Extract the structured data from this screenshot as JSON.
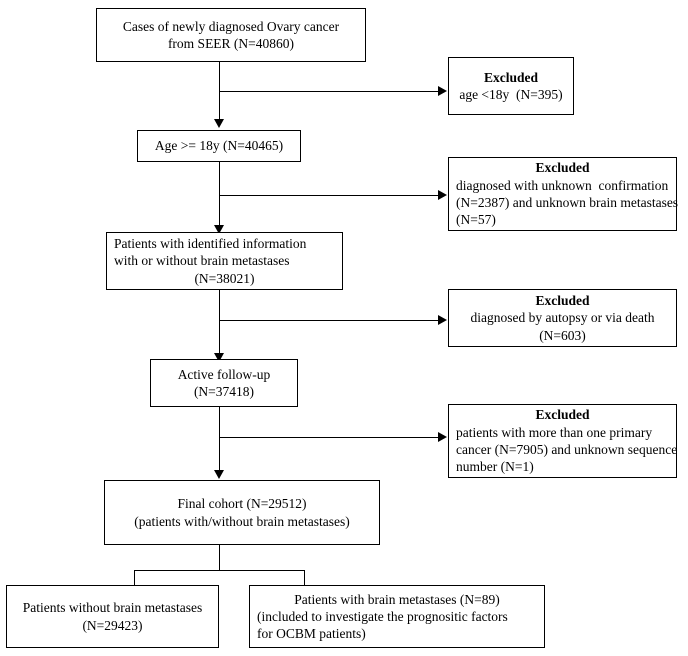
{
  "diagram": {
    "title": "Patient selection flowchart for Ovary cancer brain metastases study",
    "type": "flowchart",
    "stroke_color": "#000000",
    "background_color": "#ffffff"
  },
  "nodes": {
    "source": {
      "line1": "Cases of newly diagnosed Ovary cancer",
      "line2": "from SEER (N=40860)"
    },
    "excluded_age": {
      "title": "Excluded",
      "line1": "age <18y  (N=395)"
    },
    "age_filter": {
      "line1": "Age >= 18y (N=40465)"
    },
    "excluded_unknown": {
      "title": "Excluded",
      "line1": "diagnosed with unknown  confirmation",
      "line2": "(N=2387) and unknown brain metastases",
      "line3": "(N=57)"
    },
    "identified": {
      "line1": "Patients with identified information",
      "line2": "with or without brain metastases",
      "line3": "(N=38021)"
    },
    "excluded_autopsy": {
      "title": "Excluded",
      "line1": "diagnosed by autopsy or via death",
      "line2": "(N=603)"
    },
    "active_followup": {
      "line1": "Active follow-up",
      "line2": "(N=37418)"
    },
    "excluded_multiprimary": {
      "title": "Excluded",
      "line1": "patients with more than one primary",
      "line2": "cancer (N=7905) and unknown sequence",
      "line3": "number (N=1)"
    },
    "final_cohort": {
      "line1": "Final cohort (N=29512)",
      "line2": "(patients with/without brain metastases)"
    },
    "without_bm": {
      "line1": "Patients without brain metastases",
      "line2": "(N=29423)"
    },
    "with_bm": {
      "line1": "Patients with brain metastases (N=89)",
      "line2": "(included to investigate the prognositic factors",
      "line3": "for OCBM patients)"
    }
  },
  "counts": {
    "seer_total": 40860,
    "excluded_under_18": 395,
    "age_18_plus": 40465,
    "excluded_unknown_confirmation": 2387,
    "excluded_unknown_brain_mets": 57,
    "identified_information": 38021,
    "excluded_autopsy_or_death": 603,
    "active_followup": 37418,
    "excluded_more_than_one_primary": 7905,
    "excluded_unknown_sequence_number": 1,
    "final_cohort": 29512,
    "without_brain_metastases": 29423,
    "with_brain_metastases": 89
  }
}
